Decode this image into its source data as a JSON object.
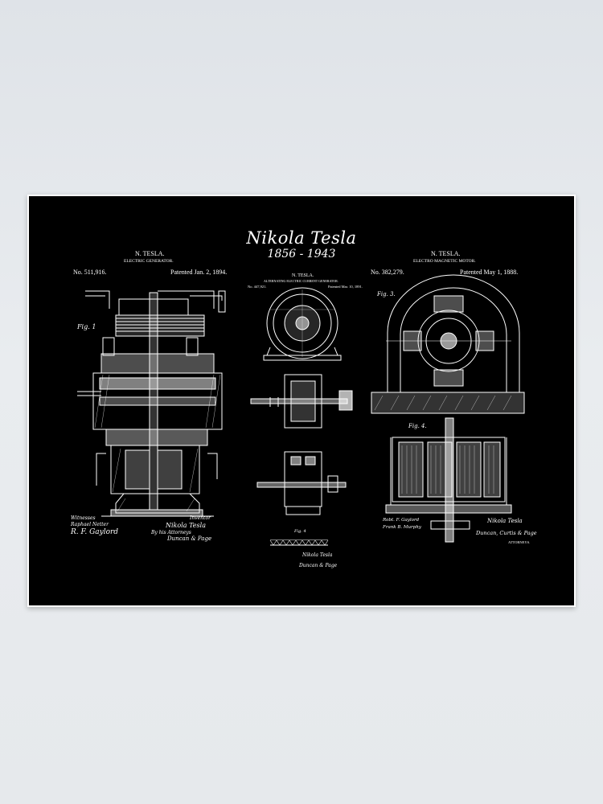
{
  "poster": {
    "title": "Nikola Tesla",
    "years": "1856 - 1943"
  },
  "left_patent": {
    "inventor": "N. TESLA.",
    "name": "ELECTRIC GENERATOR.",
    "number": "No. 511,916.",
    "date": "Patented Jan. 2, 1894.",
    "fig_label": "Fig. 1",
    "witnesses_label": "Witnesses",
    "witness_1": "Raphael Netter",
    "witness_2": "R. F. Gaylord",
    "inventor_label": "Inventor",
    "inventor_signature": "Nikola Tesla",
    "attorneys_label": "By his Attorneys",
    "attorneys_signature": "Duncan & Page"
  },
  "center_patent": {
    "inventor": "N. TESLA.",
    "name": "ALTERNATING ELECTRIC CURRENT GENERATOR.",
    "number": "No. 447,921.",
    "date": "Patented Mar. 10, 1891.",
    "fig_label": "Fig. 4",
    "inventor_signature": "Nikola Tesla",
    "attorneys_signature": "Duncan & Page"
  },
  "right_patent": {
    "inventor": "N. TESLA.",
    "name": "ELECTRO MAGNETIC MOTOR.",
    "number": "No. 382,279.",
    "date": "Patented May 1, 1888.",
    "fig3_label": "Fig. 3.",
    "fig4_label": "Fig. 4.",
    "witness_1": "Robt. F. Gaylord",
    "witness_2": "Frank B. Murphy",
    "inventor_signature": "Nikola Tesla",
    "attorneys_signature": "Duncan, Curtis & Page",
    "attorneys_label": "ATTORNEYS."
  },
  "colors": {
    "background": "#000000",
    "ink": "#ffffff",
    "wall": "#e6e9ec"
  }
}
